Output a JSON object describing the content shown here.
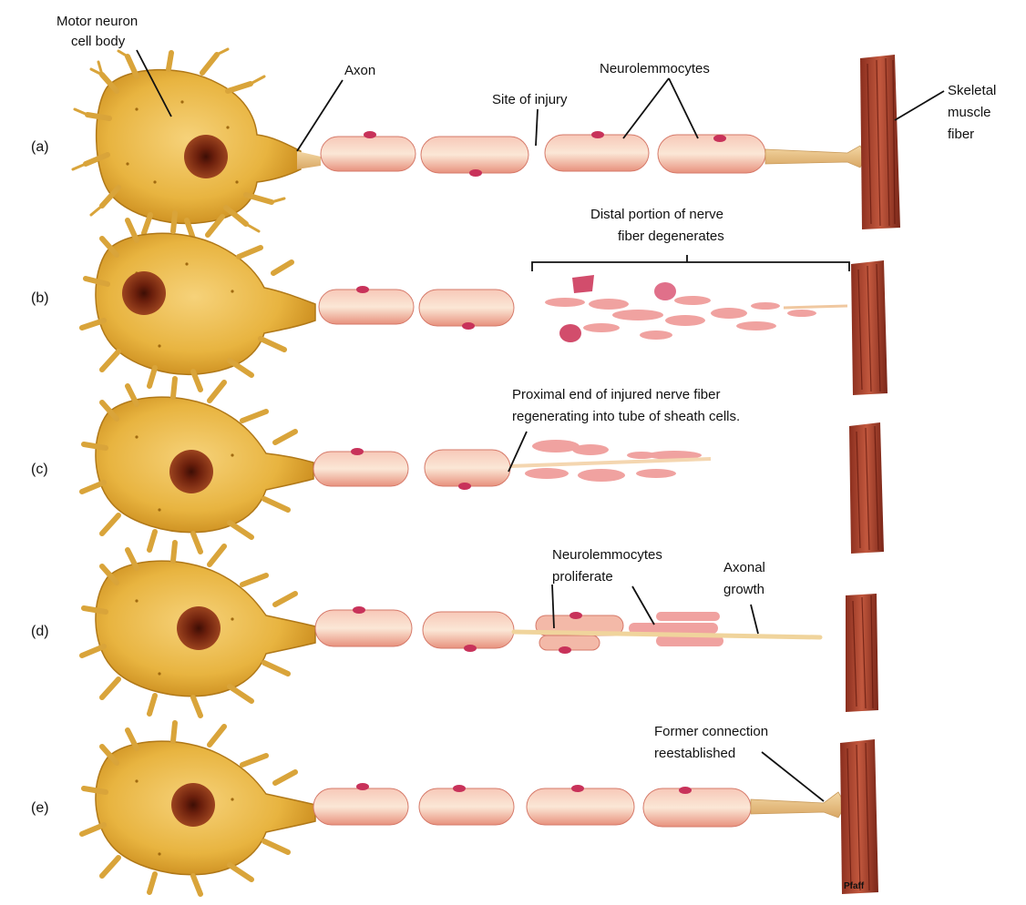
{
  "rows": [
    {
      "letter": "(a)"
    },
    {
      "letter": "(b)"
    },
    {
      "letter": "(c)"
    },
    {
      "letter": "(d)"
    },
    {
      "letter": "(e)"
    }
  ],
  "labels": {
    "motor_neuron_line1": "Motor neuron",
    "motor_neuron_line2": "cell body",
    "axon": "Axon",
    "site_of_injury": "Site of injury",
    "neurolemmocytes": "Neurolemmocytes",
    "skeletal_line1": "Skeletal",
    "skeletal_line2": "muscle",
    "skeletal_line3": "fiber",
    "distal_line1": "Distal portion of nerve",
    "distal_line2": "fiber degenerates",
    "proximal_line1": "Proximal end of injured nerve fiber",
    "proximal_line2": "regenerating into tube of sheath cells.",
    "proliferate_line1": "Neurolemmocytes",
    "proliferate_line2": "proliferate",
    "axonal_line1": "Axonal",
    "axonal_line2": "growth",
    "former_line1": "Former connection",
    "former_line2": "reestablished",
    "signature": "Pfaff"
  },
  "colors": {
    "cell_body": "#e8b440",
    "cell_body_dark": "#c98a1c",
    "nucleus": "#8a2c12",
    "nucleolus": "#3d0e05",
    "sheath": "#f3b9a8",
    "sheath_edge": "#d67a6a",
    "sheath_nucleus": "#c8325a",
    "axon": "#e9c089",
    "muscle": "#a8422e",
    "muscle_dark": "#6e1f14",
    "debris": "#d24d6c"
  }
}
